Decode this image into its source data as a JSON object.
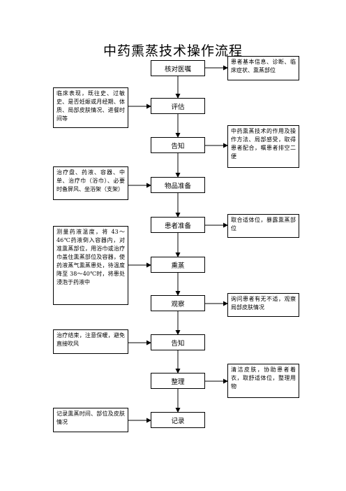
{
  "title": "中药熏蒸技术操作流程",
  "steps": [
    {
      "id": "s1",
      "label": "核对医嘱"
    },
    {
      "id": "s2",
      "label": "评估"
    },
    {
      "id": "s3",
      "label": "告知"
    },
    {
      "id": "s4",
      "label": "物品准备"
    },
    {
      "id": "s5",
      "label": "患者准备"
    },
    {
      "id": "s6",
      "label": "熏蒸"
    },
    {
      "id": "s7",
      "label": "观察"
    },
    {
      "id": "s8",
      "label": "告知"
    },
    {
      "id": "s9",
      "label": "整理"
    },
    {
      "id": "s10",
      "label": "记录"
    }
  ],
  "notes": {
    "verify": "患者基本信息、诊断、临床症状、熏蒸部位",
    "assess": "临床表现，既往史、过敏史、是否妊娠或月经期、体质、局部皮肤情况、进餐时间等",
    "inform": "中药熏蒸技术的作用及操作方法、局部感受，取得患者配合，嘱患者排空二便",
    "supplies": "治疗盘、药液、容器、中单、治疗巾（浴巾）、必要时备屏风、坐浴架（支架）",
    "patient_prep": "取合适体位，暴露熏蒸部位",
    "fumigate": "测量药液温度，将 43～46℃药液倒入容器内，对准熏蒸部位，用浴巾或治疗巾盖住熏蒸部位及容器，使药液蒸气熏蒸患处，待温度降至 38～40℃时，将患处浸泡于药液中",
    "observe": "询问患者有无不适，观察局部皮肤情况",
    "end": "治疗结束，注意保暖，避免直接吹风",
    "tidy": "清洁皮肤，协助患者着衣，取舒适体位，整理用物",
    "record": "记录熏蒸时间、部位及皮肤情况"
  }
}
